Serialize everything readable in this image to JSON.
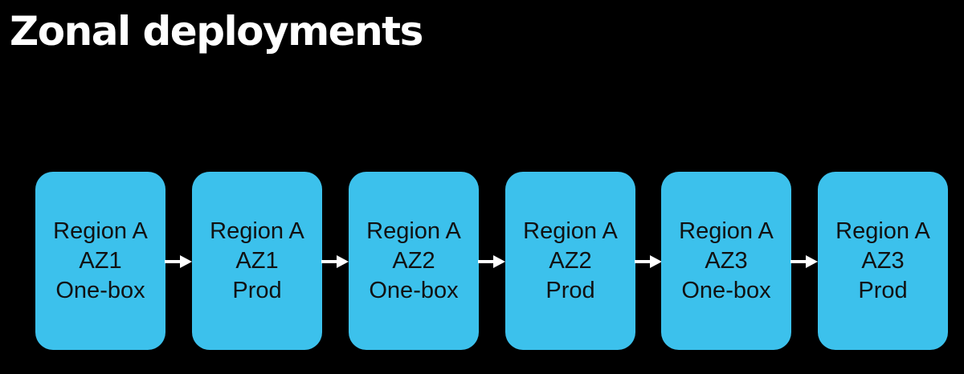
{
  "slide": {
    "title": "Zonal deployments"
  },
  "colors": {
    "background": "#000000",
    "title": "#ffffff",
    "box_fill": "#3cc1ec",
    "box_text": "#111111",
    "arrow": "#ffffff"
  },
  "stages": [
    {
      "region": "Region A",
      "zone": "AZ1",
      "stage": "One-box"
    },
    {
      "region": "Region A",
      "zone": "AZ1",
      "stage": "Prod"
    },
    {
      "region": "Region A",
      "zone": "AZ2",
      "stage": "One-box"
    },
    {
      "region": "Region A",
      "zone": "AZ2",
      "stage": "Prod"
    },
    {
      "region": "Region A",
      "zone": "AZ3",
      "stage": "One-box"
    },
    {
      "region": "Region A",
      "zone": "AZ3",
      "stage": "Prod"
    }
  ],
  "arrows": {
    "icon": "arrow-right-icon"
  }
}
